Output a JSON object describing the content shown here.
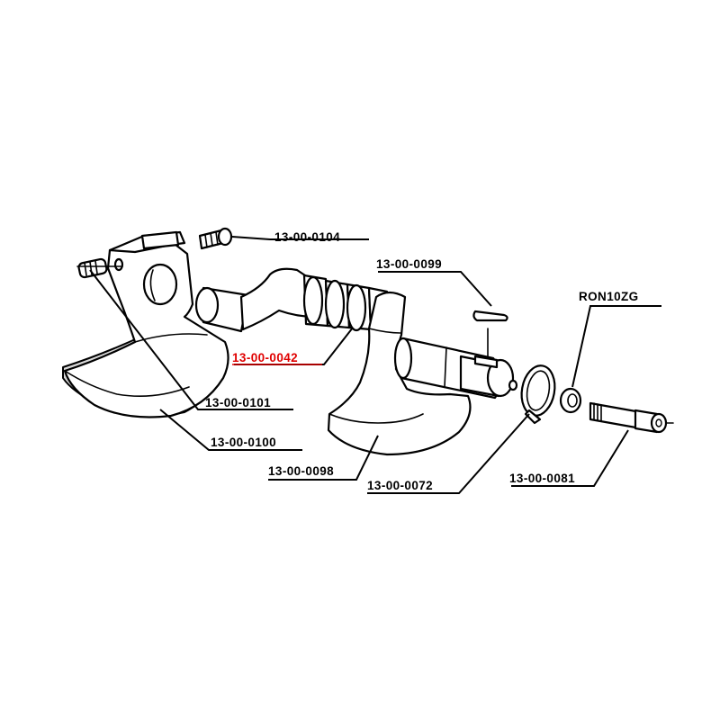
{
  "highlight_color": "#e00000",
  "labels": {
    "p0104": "13-00-0104",
    "p0099": "13-00-0099",
    "ron10zg": "RON10ZG",
    "p0042": "13-00-0042",
    "p0101": "13-00-0101",
    "p0100": "13-00-0100",
    "p0098": "13-00-0098",
    "p0072": "13-00-0072",
    "p0081": "13-00-0081"
  }
}
